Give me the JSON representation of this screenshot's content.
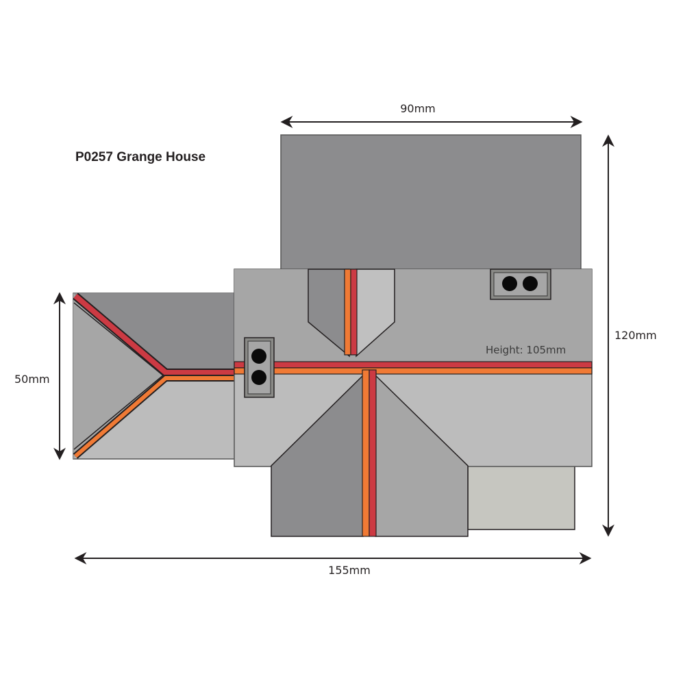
{
  "title": "P0257 Grange House",
  "dimensions": {
    "top_width": "90mm",
    "total_height": "120mm",
    "wing_height": "50mm",
    "total_width": "155mm",
    "building_height": "Height: 105mm"
  },
  "colors": {
    "roof_dark": "#8c8c8e",
    "roof_mid": "#a6a6a6",
    "roof_light": "#bcbcbc",
    "flat_roof": "#c6c6c0",
    "ridge_red": "#cc3a43",
    "ridge_orange": "#f07a35",
    "chimney": "#8a8a87",
    "outline": "#231f20"
  },
  "components": [
    {
      "name": "rear-block",
      "label": "Rear block roof (flat slope)"
    },
    {
      "name": "main-roof",
      "label": "Main hipped roof"
    },
    {
      "name": "left-wing",
      "label": "Left hipped wing"
    },
    {
      "name": "front-gable",
      "label": "Front projecting gable"
    },
    {
      "name": "flat-roof-extension",
      "label": "Flat roof extension"
    },
    {
      "name": "chimney-1",
      "label": "Chimney stack (2 pots)"
    },
    {
      "name": "chimney-2",
      "label": "Chimney stack (2 pots)"
    }
  ]
}
